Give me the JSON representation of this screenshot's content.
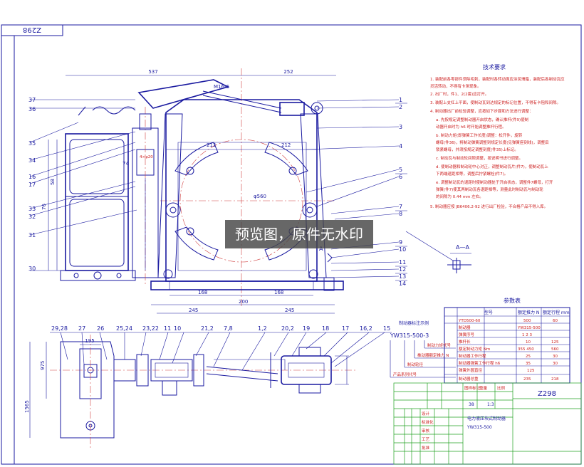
{
  "drawing_code_top": "Z298",
  "drawing_code_box": "Z298",
  "title_line1": "电力液压块式制动器",
  "title_line2": "YW315-500",
  "watermark": "预览图，原件无水印",
  "section_label": "A—A",
  "view_marker": "A",
  "tech_title": "技术要求",
  "tech_requirements": [
    "1. 装配前各零部件须除毛刺，装配时各转动面应涂润滑脂，装配后各制动瓦应",
    "   灵活转动，不得有卡滞现象。",
    "2. 出厂时，件1、2(2套)应打开。",
    "3. 装配上支杠上平面，使制动瓦到达规定的标记位置，不得有卡阻和间隙。",
    "4. 制动器出厂前检验调整，应按如下步骤和方法进行调整：",
    "a. 先按规定调整制动器开启状态，确认推杆(件9)使制",
    "   动器开启时为 h6 时开始调整推杆行程。",
    "b. 制动力矩(即弹簧工作长度)调整：松开件，旋转",
    "   螺母(件36)，将制动弹簧调整到规定长度(见弹簧座刻线)，调整后",
    "   锁紧螺母，并须按规定调整刻度(件35)上标记。",
    "c. 制动瓦与制动轮间隙调整，按说明书进行调整。",
    "d. 使制动器和制动轮中心对正，调整制动瓦片(件7)，使制动瓦上",
    "   下两端退距相等，调整后拧紧螺栓(件7)。",
    "e. 调整制动瓦的退距时使制动器处于开启状态，调整件7螺母，打开",
    "   弹簧(件7)使其两制动瓦各退距相等，测量此时制动瓦与制动轮",
    "   的间隙为 0.44 mm 左右。",
    "5. 制动器应按 JB6406.2-92 进行出厂检验，不合格产品不得入库。"
  ],
  "params_title": "参数表",
  "params_header": [
    "型号",
    "额定推力 N",
    "额定行程 mm"
  ],
  "params_rows": [
    [
      "YTD500-60",
      "500",
      "60"
    ],
    [
      "制动器",
      "YW315-500",
      ""
    ],
    [
      "弹簧序号",
      "1 2 3",
      ""
    ],
    [
      "推杆长",
      "10",
      "125"
    ],
    [
      "额定制动力矩 Nm",
      "355  450",
      "560"
    ],
    [
      "制动器工作行程",
      "25",
      "30"
    ],
    [
      "制动器弹簧工作行程 h6",
      "35",
      "30"
    ],
    [
      "弹簧外圆直径",
      "125",
      ""
    ],
    [
      "制动器总重",
      "235",
      "218"
    ]
  ],
  "notation_title": "制动器标注示例",
  "notation_code": "YW315-500-3",
  "notation_items": [
    "制动力矩代号",
    "推动器额定推力 N",
    "制动轮径",
    "产品系列代号"
  ],
  "title_block_cells": [
    "图样标记",
    "重量",
    "比例",
    "38",
    "1:3",
    "设计",
    "标准化",
    "审核",
    "工艺",
    "批准"
  ],
  "dims": {
    "d537": "537",
    "d252": "252",
    "m16": "M16-6",
    "d212a": "212",
    "d212b": "212",
    "d168a": "168",
    "d168b": "168",
    "d200": "200",
    "d245a": "245",
    "d245b": "245",
    "d560": "φ560",
    "d74": "74",
    "d76": "76",
    "d58": "58",
    "d195": "195",
    "d975": "975",
    "d1565": "1565",
    "d12": "4×φ20"
  },
  "part_numbers_left": [
    "37",
    "36",
    "35",
    "34",
    "16",
    "17",
    "33",
    "32",
    "31",
    "30"
  ],
  "part_numbers_right": [
    "1",
    "2",
    "3",
    "4",
    "5",
    "6",
    "7",
    "8",
    "9",
    "10",
    "11",
    "12",
    "13",
    "14"
  ],
  "part_numbers_bottom": [
    "29,28",
    "27",
    "26",
    "25,24",
    "23,22",
    "11",
    "10",
    "21,2",
    "7,8",
    "1,2",
    "20,2",
    "19",
    "18",
    "17",
    "16,2",
    "15"
  ]
}
